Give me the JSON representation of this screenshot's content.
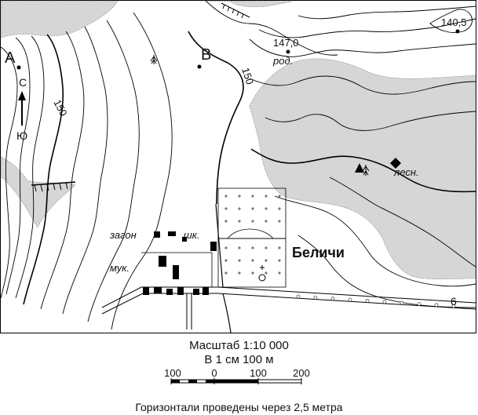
{
  "map": {
    "points": {
      "a": "А",
      "b": "В"
    },
    "compass": {
      "north": "С",
      "south": "Ю"
    },
    "elevations": {
      "spot1": "147,0",
      "spot2": "140,5"
    },
    "contours": {
      "label_left": "150",
      "label_right": "150"
    },
    "labels": {
      "spring": "род.",
      "forester": "лесн.",
      "corral": "загон",
      "school": "шк.",
      "mill": "мук.",
      "village": "Беличи",
      "road_number": "6"
    }
  },
  "legend": {
    "scale": "Масштаб 1:10 000",
    "scale_sub": "В 1 см 100 м",
    "bar_ticks": [
      "100",
      "0",
      "100",
      "200"
    ],
    "contour_interval": "Горизонтали проведены через 2,5 метра"
  },
  "colors": {
    "forest": "#d6d6d6",
    "ink": "#111111"
  }
}
